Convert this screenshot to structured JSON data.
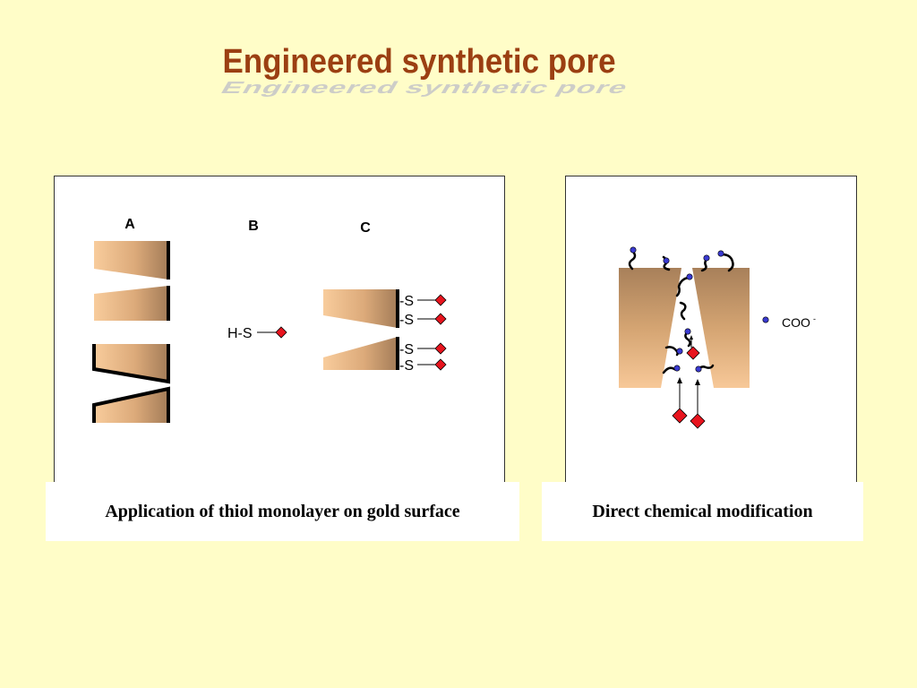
{
  "slide": {
    "title": "Engineered synthetic pore"
  },
  "left_panel": {
    "label_a": "A",
    "label_b": "B",
    "label_c": "C",
    "thiol_label": "H-S",
    "s_labels": [
      "-S",
      "-S",
      "-S",
      "-S"
    ],
    "caption": "Application of thiol monolayer on gold surface"
  },
  "right_panel": {
    "legend_text": "COO",
    "legend_superscript": "-",
    "caption": "Direct chemical modification"
  },
  "colors": {
    "background": "#fffdc8",
    "title": "#9b3f12",
    "pore_light": "#f7c898",
    "pore_dark": "#a8805a",
    "marker_red": "#e8141e",
    "dot_blue": "#3a3ad0"
  }
}
